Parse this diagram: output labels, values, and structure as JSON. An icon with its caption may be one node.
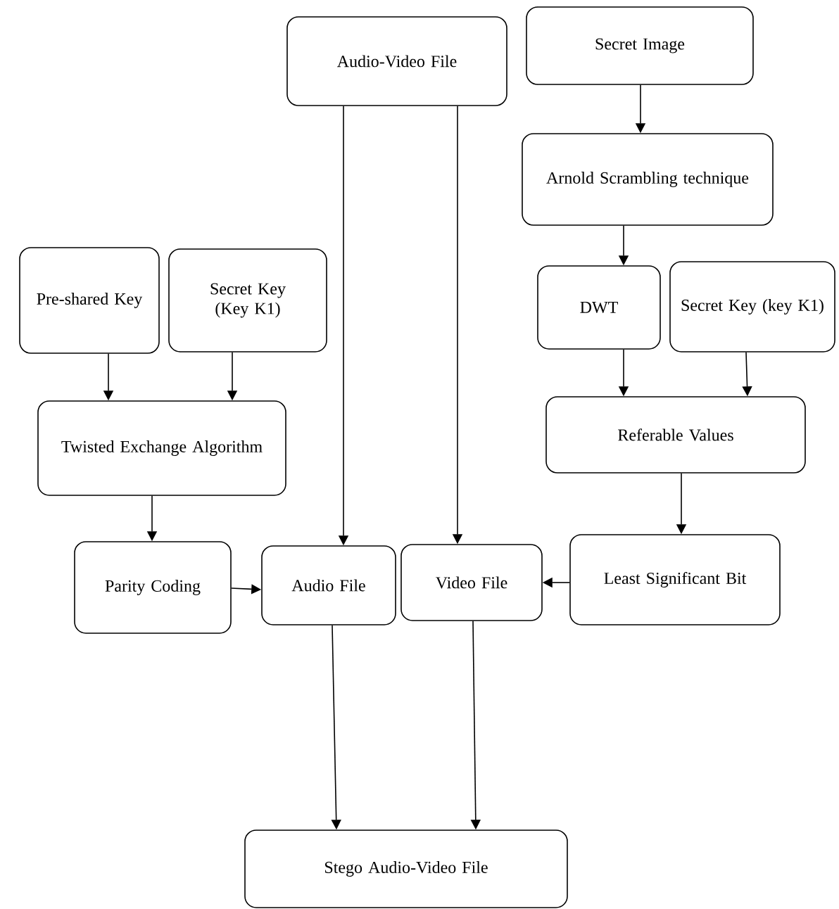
{
  "diagram": {
    "nodes": [
      {
        "text": [
          "Audio-Video File"
        ]
      },
      {
        "text": [
          "Secret Image"
        ]
      },
      {
        "text": [
          "Arnold Scrambling technique"
        ]
      },
      {
        "text": [
          "Pre-shared Key"
        ]
      },
      {
        "text": [
          "Secret Key (Key K1)"
        ]
      },
      {
        "text": [
          "DWT"
        ]
      },
      {
        "text": [
          "Secret Key (key K1)"
        ]
      },
      {
        "text": [
          "Twisted Exchange Algorithm"
        ]
      },
      {
        "text": [
          "Referable Values"
        ]
      },
      {
        "text": [
          "Parity Coding"
        ]
      },
      {
        "text": [
          "Audio File"
        ]
      },
      {
        "text": [
          "Video File"
        ]
      },
      {
        "text": [
          "Least Significant Bit"
        ]
      },
      {
        "text": [
          "Stego Audio-Video File"
        ]
      }
    ],
    "edges": [
      {
        "from": 0,
        "to": 10,
        "arrow": "to"
      },
      {
        "from": 0,
        "to": 11,
        "arrow": "to"
      },
      {
        "from": 1,
        "to": 2,
        "arrow": "to"
      },
      {
        "from": 2,
        "to": 5,
        "arrow": "to"
      },
      {
        "from": 3,
        "to": 7,
        "arrow": "to"
      },
      {
        "from": 4,
        "to": 7,
        "arrow": "to"
      },
      {
        "from": 5,
        "to": 8,
        "arrow": "to"
      },
      {
        "from": 6,
        "to": 8,
        "arrow": "to"
      },
      {
        "from": 7,
        "to": 9,
        "arrow": "to"
      },
      {
        "from": 8,
        "to": 12,
        "arrow": "to"
      },
      {
        "from": 9,
        "to": 10,
        "arrow": "to"
      },
      {
        "from": 12,
        "to": 11,
        "arrow": "to"
      },
      {
        "from": 10,
        "to": 13,
        "arrow": "to"
      },
      {
        "from": 11,
        "to": 13,
        "arrow": "to"
      }
    ]
  }
}
